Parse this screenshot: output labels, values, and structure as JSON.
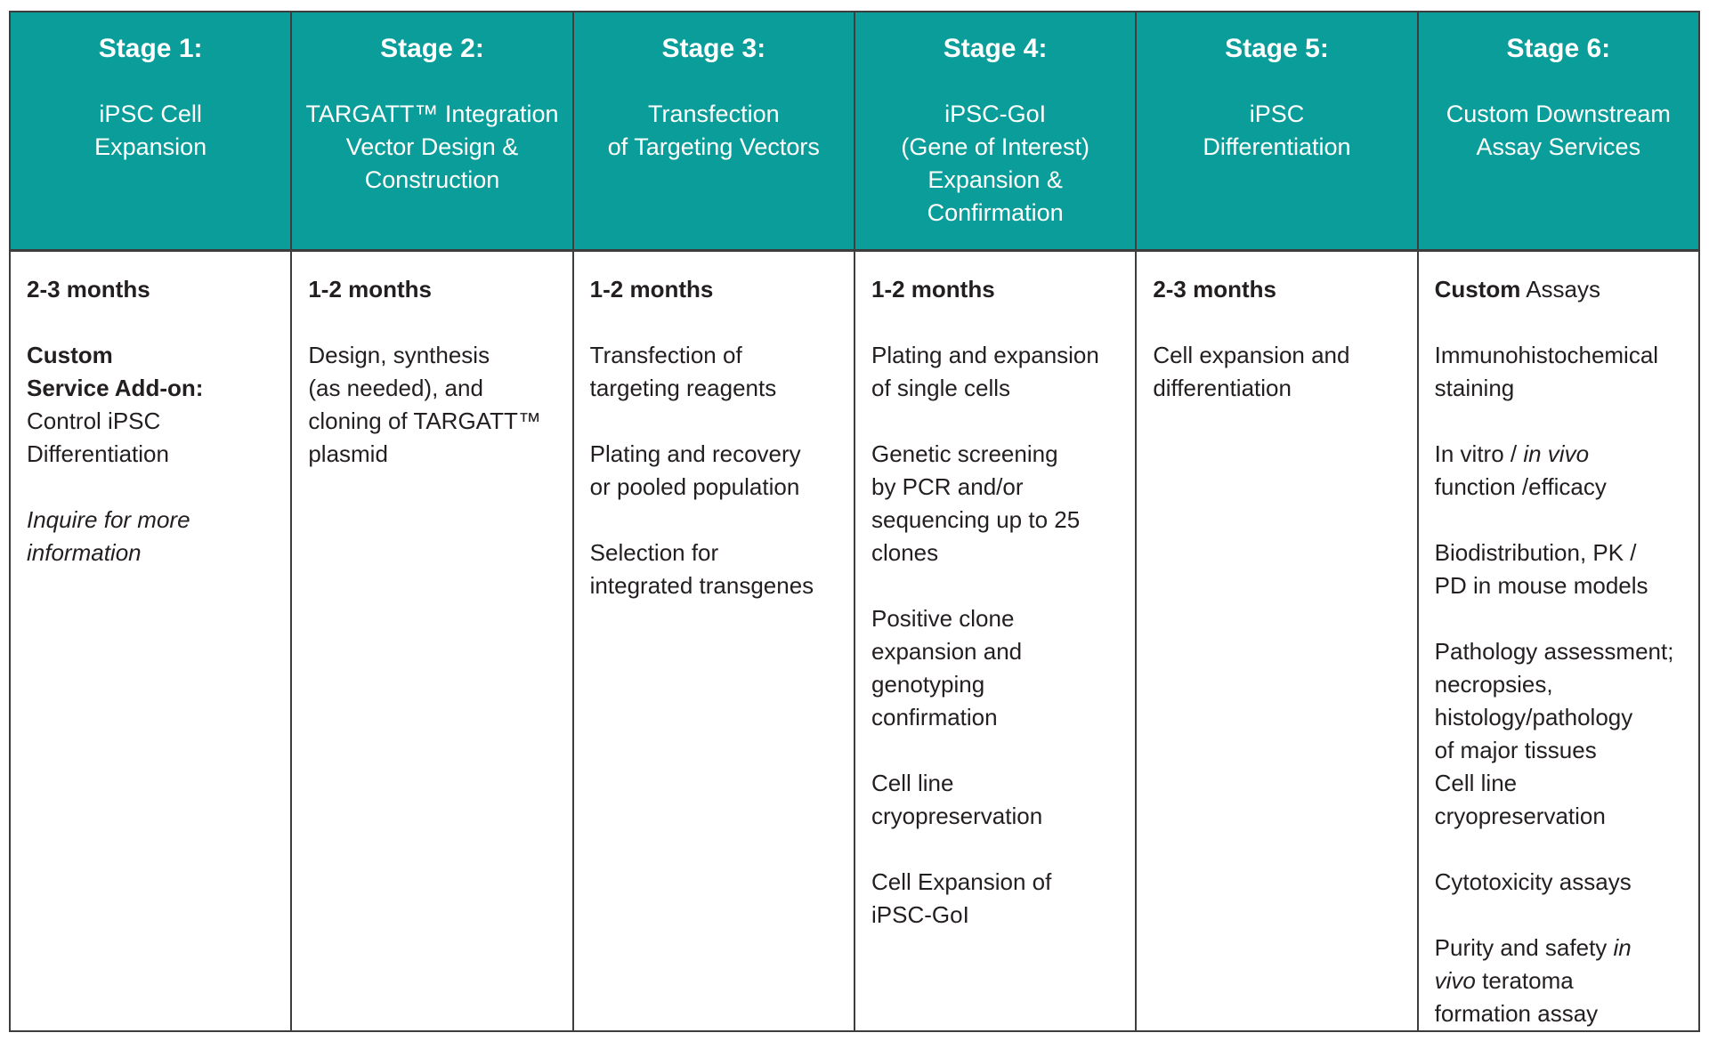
{
  "table": {
    "header_bg": "#0a9d99",
    "header_text_color": "#ffffff",
    "body_text_color": "#231f20",
    "border_color": "#3d3d3d",
    "columns": [
      {
        "title": "Stage 1:",
        "subtitle": "iPSC Cell\nExpansion",
        "paragraphs": [
          {
            "segments": [
              {
                "text": "2-3 months",
                "bold": true
              }
            ]
          },
          {
            "segments": [
              {
                "text": "Custom\nService Add-on:",
                "bold": true
              },
              {
                "text": "\nControl iPSC\nDifferentiation"
              }
            ]
          },
          {
            "segments": [
              {
                "text": "Inquire for more\ninformation",
                "italic": true
              }
            ]
          }
        ]
      },
      {
        "title": "Stage 2:",
        "subtitle": "TARGATT™ Integration\nVector Design &\nConstruction",
        "paragraphs": [
          {
            "segments": [
              {
                "text": "1-2 months",
                "bold": true
              }
            ]
          },
          {
            "segments": [
              {
                "text": "Design, synthesis\n(as needed), and\ncloning of TARGATT™\nplasmid"
              }
            ]
          }
        ]
      },
      {
        "title": "Stage 3:",
        "subtitle": "Transfection\nof Targeting Vectors",
        "paragraphs": [
          {
            "segments": [
              {
                "text": "1-2 months",
                "bold": true
              }
            ]
          },
          {
            "segments": [
              {
                "text": "Transfection of\ntargeting reagents"
              }
            ]
          },
          {
            "segments": [
              {
                "text": "Plating and recovery\nor pooled population"
              }
            ]
          },
          {
            "segments": [
              {
                "text": "Selection for\nintegrated transgenes"
              }
            ]
          }
        ]
      },
      {
        "title": "Stage 4:",
        "subtitle": "iPSC-GoI\n(Gene of Interest)\nExpansion &\nConfirmation",
        "paragraphs": [
          {
            "segments": [
              {
                "text": "1-2 months",
                "bold": true
              }
            ]
          },
          {
            "segments": [
              {
                "text": "Plating and expansion\nof single cells"
              }
            ]
          },
          {
            "segments": [
              {
                "text": "Genetic screening\nby PCR and/or\nsequencing up to 25\nclones"
              }
            ]
          },
          {
            "segments": [
              {
                "text": "Positive clone\nexpansion and\ngenotyping\nconfirmation"
              }
            ]
          },
          {
            "segments": [
              {
                "text": "Cell line\ncryopreservation"
              }
            ]
          },
          {
            "segments": [
              {
                "text": "Cell Expansion of\niPSC-GoI"
              }
            ]
          }
        ]
      },
      {
        "title": "Stage 5:",
        "subtitle": "iPSC\nDifferentiation",
        "paragraphs": [
          {
            "segments": [
              {
                "text": "2-3 months",
                "bold": true
              }
            ]
          },
          {
            "segments": [
              {
                "text": "Cell expansion and\ndifferentiation"
              }
            ]
          }
        ]
      },
      {
        "title": "Stage 6:",
        "subtitle": "Custom Downstream\nAssay Services",
        "paragraphs": [
          {
            "segments": [
              {
                "text": "Custom",
                "bold": true
              },
              {
                "text": " Assays"
              }
            ]
          },
          {
            "segments": [
              {
                "text": "Immunohistochemical\nstaining"
              }
            ]
          },
          {
            "segments": [
              {
                "text": "In vitro / "
              },
              {
                "text": "in vivo",
                "italic": true
              },
              {
                "text": "\nfunction /efficacy"
              }
            ]
          },
          {
            "segments": [
              {
                "text": "Biodistribution, PK /\nPD in mouse models"
              }
            ]
          },
          {
            "segments": [
              {
                "text": "Pathology assessment;\nnecropsies,\nhistology/pathology\nof major tissues\nCell line\ncryopreservation"
              }
            ]
          },
          {
            "segments": [
              {
                "text": "Cytotoxicity assays"
              }
            ]
          },
          {
            "segments": [
              {
                "text": "Purity and safety "
              },
              {
                "text": "in\nvivo",
                "italic": true
              },
              {
                "text": " teratoma\nformation assay"
              }
            ]
          }
        ]
      }
    ]
  }
}
